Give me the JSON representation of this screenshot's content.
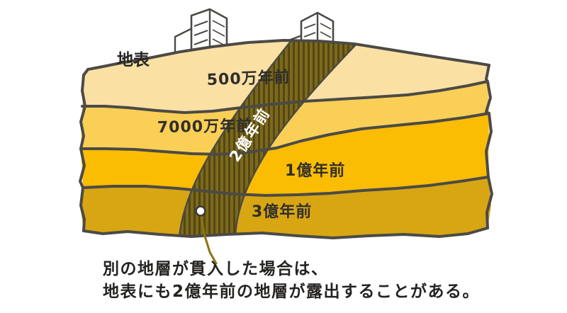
{
  "figure": {
    "title_label": "地表",
    "strata": [
      {
        "id": "layer-5my",
        "label": "500万年前",
        "color": "#fbe0a4"
      },
      {
        "id": "layer-70my",
        "label": "7000万年前",
        "color": "#f9cf56"
      },
      {
        "id": "layer-100my",
        "label": "1億年前",
        "color": "#fbbc04"
      },
      {
        "id": "layer-300my",
        "label": "3億年前",
        "color": "#d8a613"
      }
    ],
    "intrusion": {
      "id": "dike-200my",
      "label": "2億年前",
      "color": "#7c6a1d",
      "hatch_color": "#554713"
    },
    "outline_color": "#4b4a46",
    "marker": {
      "name": "outcrop-marker",
      "fill": "#ffffff",
      "stroke": "#3d3a33"
    },
    "leader_color": "#8d7510",
    "buildings": {
      "fill": "#ffffff",
      "stroke": "#4b4a46",
      "count": 4
    }
  },
  "caption": {
    "line1": "別の地層が貫入した場合は、",
    "line2": "地表にも2億年前の地層が露出することがある。"
  }
}
